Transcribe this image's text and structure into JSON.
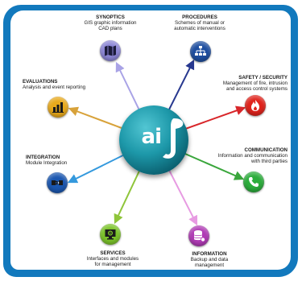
{
  "hub": {
    "text": "ai",
    "color": "#1d98a9"
  },
  "nodes": [
    {
      "id": "synoptics",
      "title": "SYNOPTICS",
      "desc": "GIS graphic information\nCAD plans",
      "icon": "map-icon",
      "color": "#8d87d6",
      "line": "#a9a3e6"
    },
    {
      "id": "procedures",
      "title": "PROCEDURES",
      "desc": "Schemes of manual or\nautomatic interventions",
      "icon": "hierarchy-icon",
      "color": "#1f4fa0",
      "line": "#27388f"
    },
    {
      "id": "safety",
      "title": "SAFETY / SECURITY",
      "desc": "Management of fire, intrusion\nand access control systems",
      "icon": "flame-icon",
      "color": "#e0231c",
      "line": "#d8262a"
    },
    {
      "id": "communication",
      "title": "COMMUNICATION",
      "desc": "Information and communication\nwith third parties",
      "icon": "phone-icon",
      "color": "#2cad3c",
      "line": "#3aa63c"
    },
    {
      "id": "information",
      "title": "INFORMATION",
      "desc": "Backup and data\nmanagement",
      "icon": "database-icon",
      "color": "#b03bb5",
      "line": "#e79be2"
    },
    {
      "id": "services",
      "title": "SERVICES",
      "desc": "Interfaces and modules\nfor management",
      "icon": "gear-screen-icon",
      "color": "#7cc42a",
      "line": "#8fc53a"
    },
    {
      "id": "integration",
      "title": "INTEGRATION",
      "desc": "Module Integration",
      "icon": "plug-icon",
      "color": "#1b57b0",
      "line": "#3499dd"
    },
    {
      "id": "evaluations",
      "title": "EVALUATIONS",
      "desc": "Analysis and event reporting",
      "icon": "bar-chart-icon",
      "color": "#e8a91c",
      "line": "#d8a23a"
    }
  ]
}
